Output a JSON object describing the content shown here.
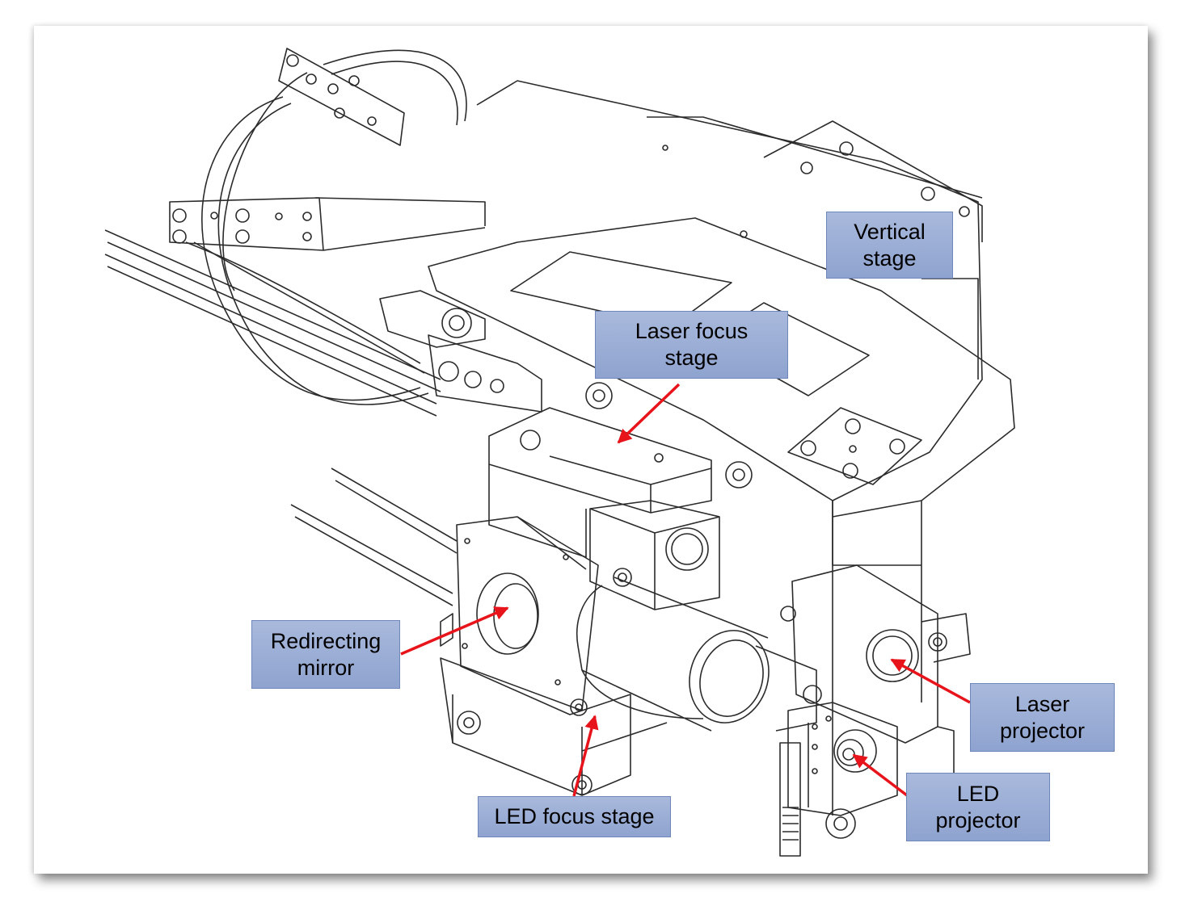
{
  "labels": {
    "vertical_stage": {
      "line1": "Vertical",
      "line2": "stage"
    },
    "laser_focus_stage": {
      "line1": "Laser focus",
      "line2": "stage"
    },
    "redirecting_mirror": {
      "line1": "Redirecting",
      "line2": "mirror"
    },
    "laser_projector": {
      "line1": "Laser",
      "line2": "projector"
    },
    "led_projector": {
      "line1": "LED",
      "line2": "projector"
    },
    "led_focus_stage": {
      "line1": "LED focus stage"
    }
  },
  "colors": {
    "callout_fill": "#9aaed7",
    "callout_border": "#6f86bb",
    "arrow": "#e8141b",
    "line_art": "#2b2b2b"
  }
}
